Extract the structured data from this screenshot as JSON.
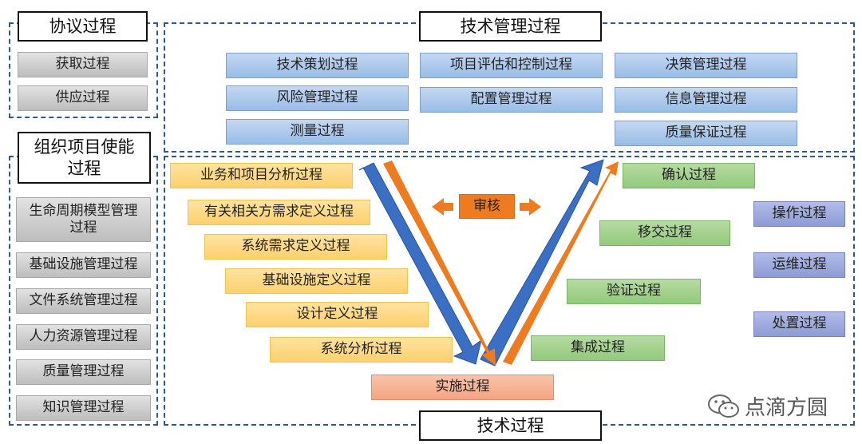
{
  "agreement": {
    "title": "协议过程",
    "items": [
      "获取过程",
      "供应过程"
    ]
  },
  "org": {
    "title_line1": "组织项目使能",
    "title_line2": "过程",
    "items": [
      "生命周期模型管理过程",
      "基础设施管理过程",
      "文件系统管理过程",
      "人力资源管理过程",
      "质量管理过程",
      "知识管理过程"
    ]
  },
  "tech_mgmt": {
    "title": "技术管理过程",
    "col1": [
      "技术策划过程",
      "风险管理过程",
      "测量过程"
    ],
    "col2": [
      "项目评估和控制过程",
      "配置管理过程"
    ],
    "col3": [
      "决策管理过程",
      "信息管理过程",
      "质量保证过程"
    ]
  },
  "tech": {
    "title": "技术过程",
    "left": [
      "业务和项目分析过程",
      "有关相关方需求定义过程",
      "系统需求定义过程",
      "基础设施定义过程",
      "设计定义过程",
      "系统分析过程"
    ],
    "bottom": "实施过程",
    "right": [
      "确认过程",
      "移交过程",
      "验证过程",
      "集成过程"
    ],
    "far_right": [
      "操作过程",
      "运维过程",
      "处置过程"
    ],
    "review": "审核"
  },
  "colors": {
    "dash_border": "#2f5a86",
    "arrow_blue": "#3a6fc4",
    "arrow_orange": "#ee7b1f"
  },
  "watermark": {
    "icon": "wechat-icon",
    "text": "点滴方圆"
  }
}
